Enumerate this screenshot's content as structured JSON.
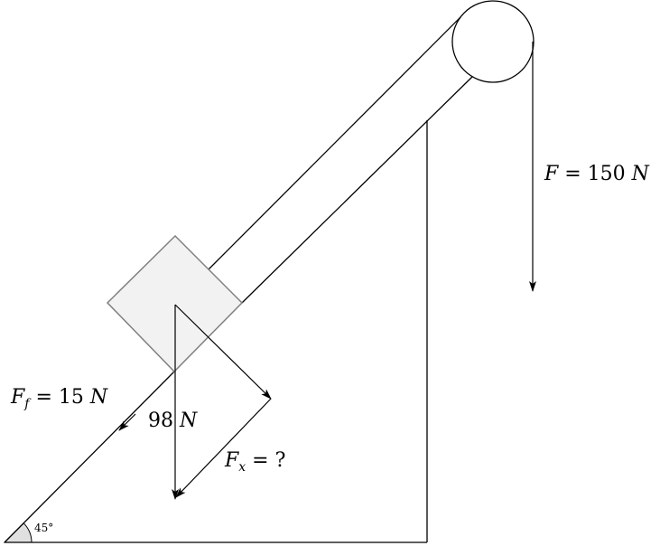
{
  "diagram": {
    "angle_label": "45°",
    "force_applied": {
      "symbol": "F",
      "eq": " = 150 ",
      "unit": "N"
    },
    "friction": {
      "symbol": "F",
      "sub": "f",
      "eq": " = 15 ",
      "unit": "N"
    },
    "weight": {
      "value": "98 ",
      "unit": "N"
    },
    "component": {
      "symbol": "F",
      "sub": "x",
      "eq": " = ?"
    },
    "colors": {
      "block_fill": "#f2f2f2",
      "block_stroke": "#808080",
      "angle_fill": "#e0e0e0",
      "line": "#000000"
    }
  }
}
